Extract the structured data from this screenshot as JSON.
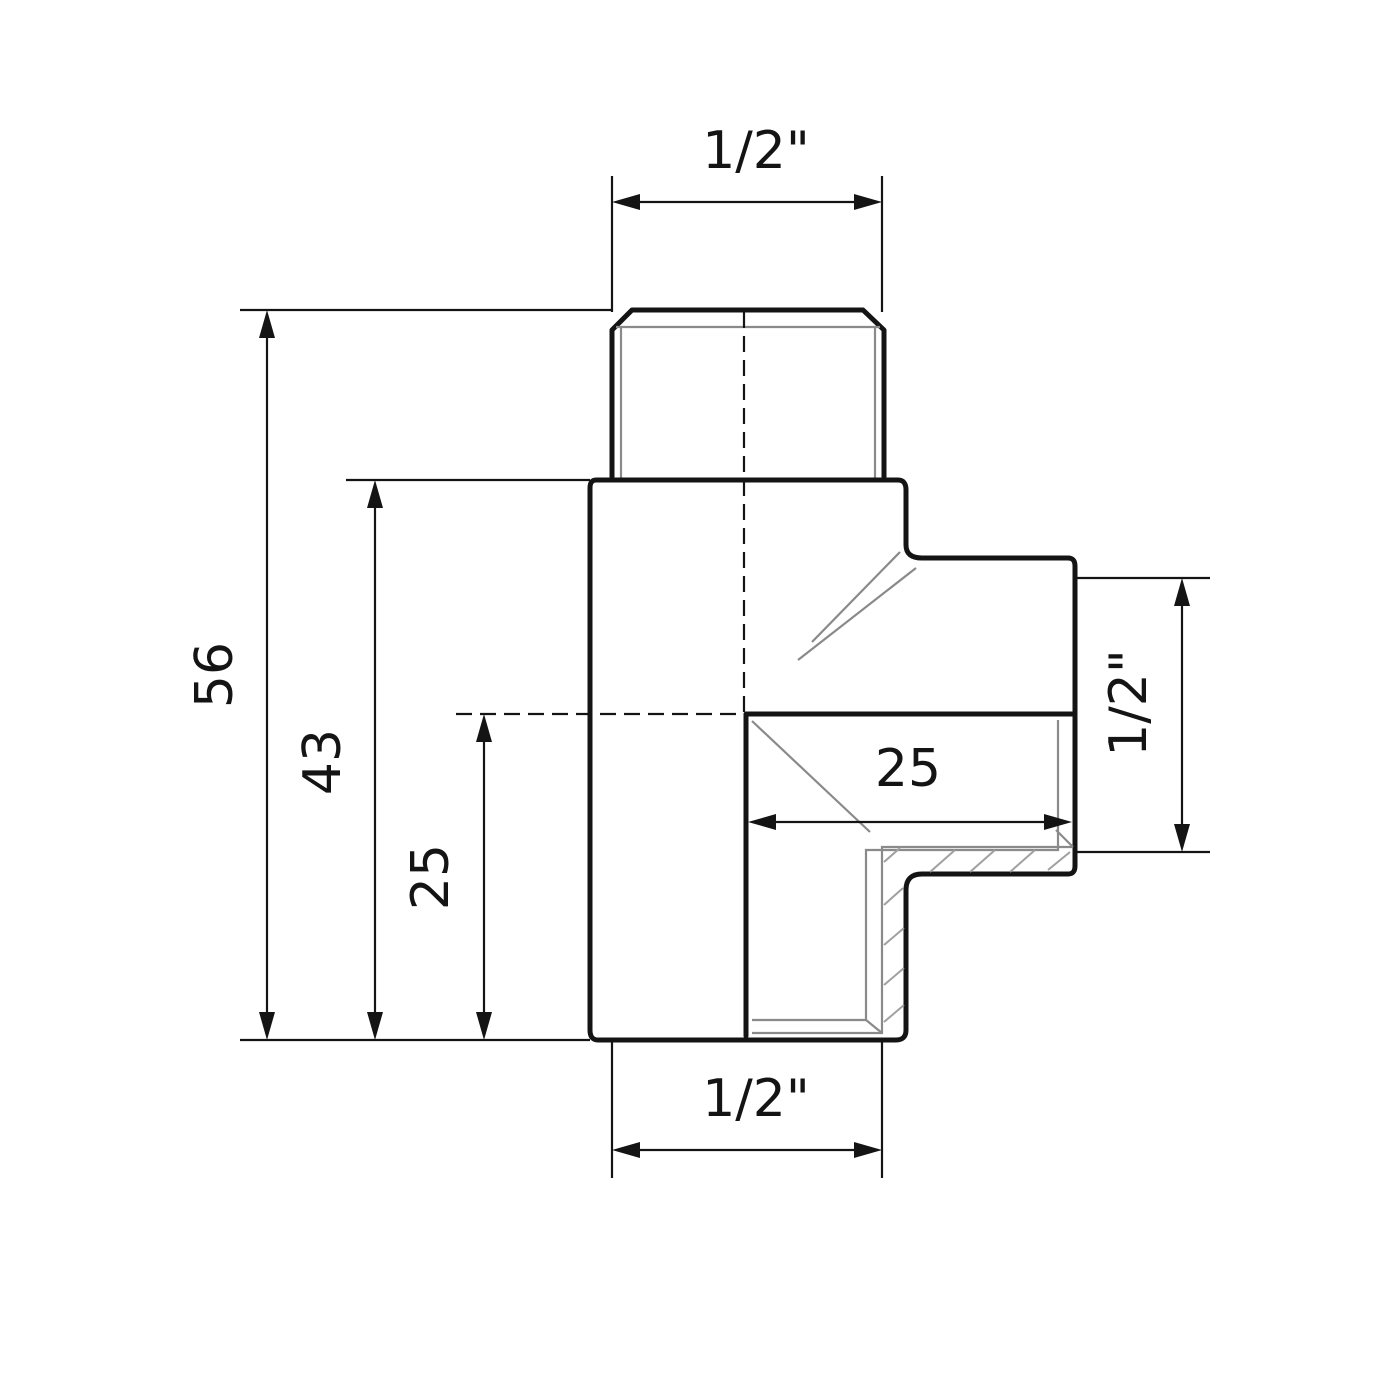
{
  "drawing": {
    "subject": "pipe tee fitting",
    "units": "mm",
    "colors": {
      "outline": "#141414",
      "thread": "#8a8a8a",
      "background": "#ffffff"
    }
  },
  "dimensions": {
    "top_thread": "1/2\"",
    "bottom_thread": "1/2\"",
    "side_thread": "1/2\"",
    "overall_height": "56",
    "body_height": "43",
    "branch_center_height": "25",
    "branch_length": "25"
  }
}
